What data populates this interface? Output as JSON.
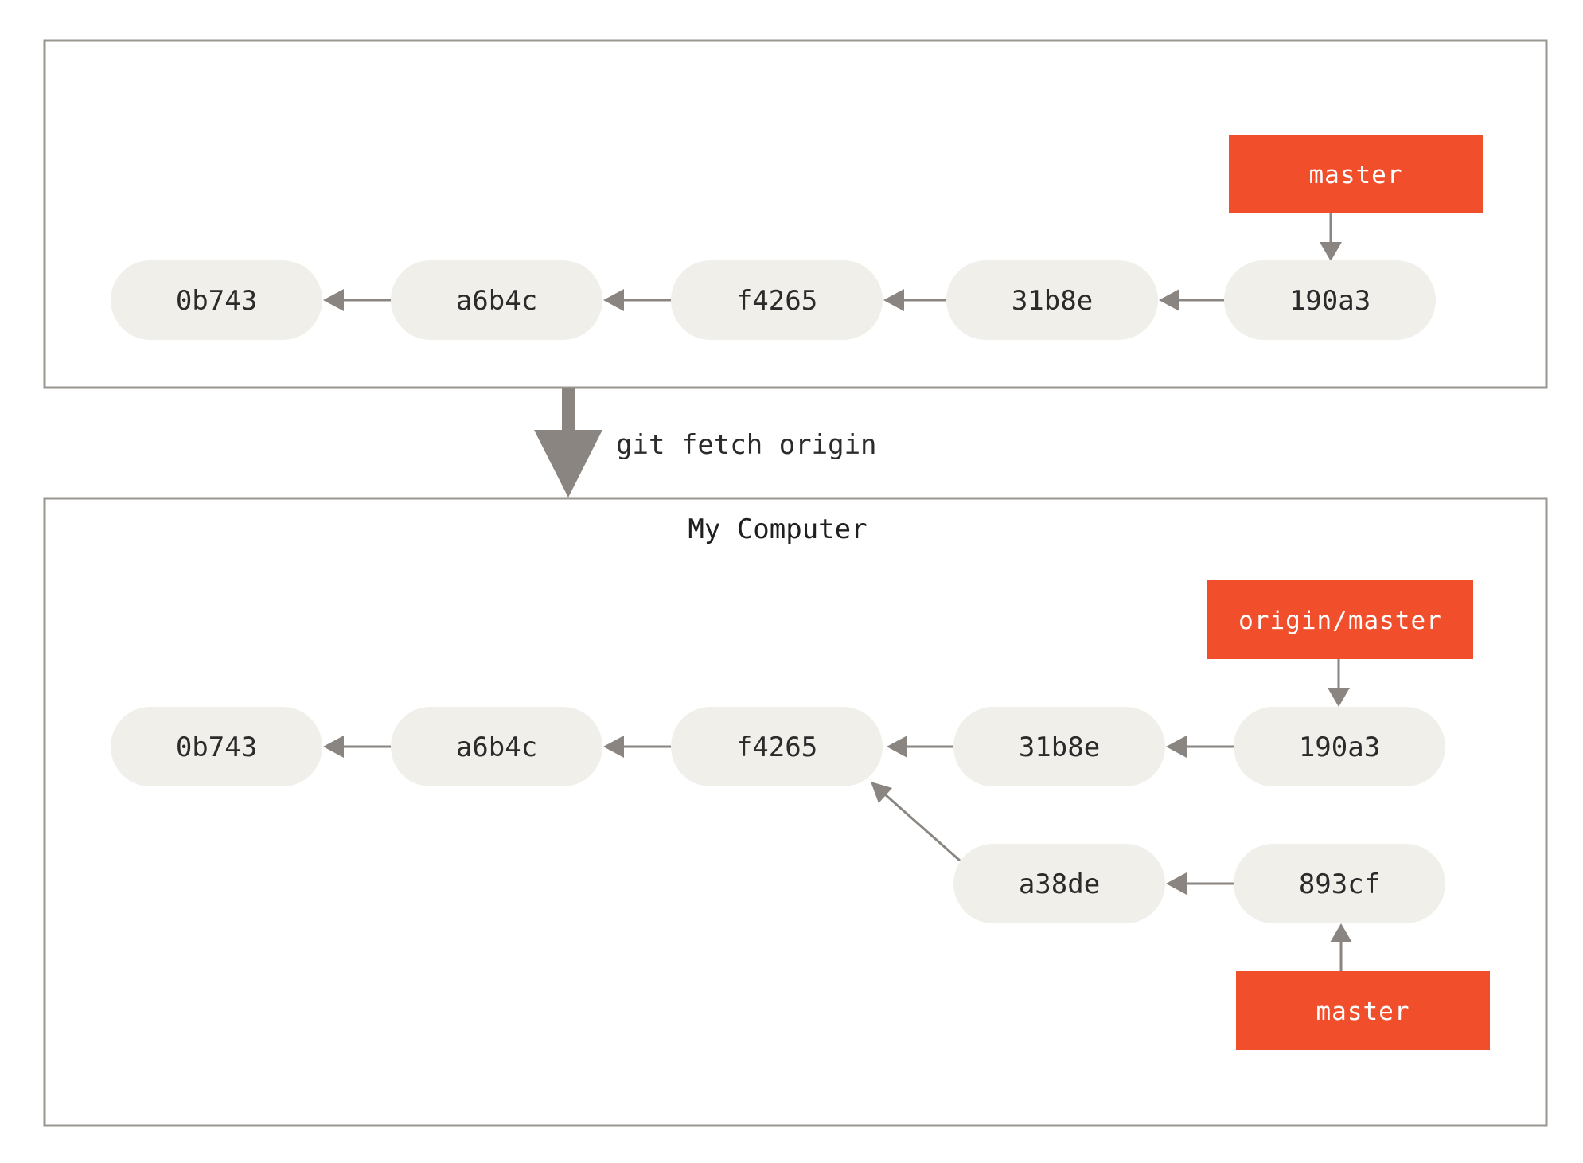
{
  "colors": {
    "panel_border": "#9a9690",
    "commit_fill": "#f0efea",
    "branch_fill": "#f14e2c",
    "arrow": "#8a8580"
  },
  "remote": {
    "title": "",
    "commits": {
      "c1": "0b743",
      "c2": "a6b4c",
      "c3": "f4265",
      "c4": "31b8e",
      "c5": "190a3"
    },
    "branch": "master"
  },
  "command": "git fetch origin",
  "local": {
    "title": "My Computer",
    "commits": {
      "c1": "0b743",
      "c2": "a6b4c",
      "c3": "f4265",
      "c4": "31b8e",
      "c5": "190a3",
      "c6": "a38de",
      "c7": "893cf"
    },
    "remote_branch": "origin/master",
    "branch": "master"
  }
}
